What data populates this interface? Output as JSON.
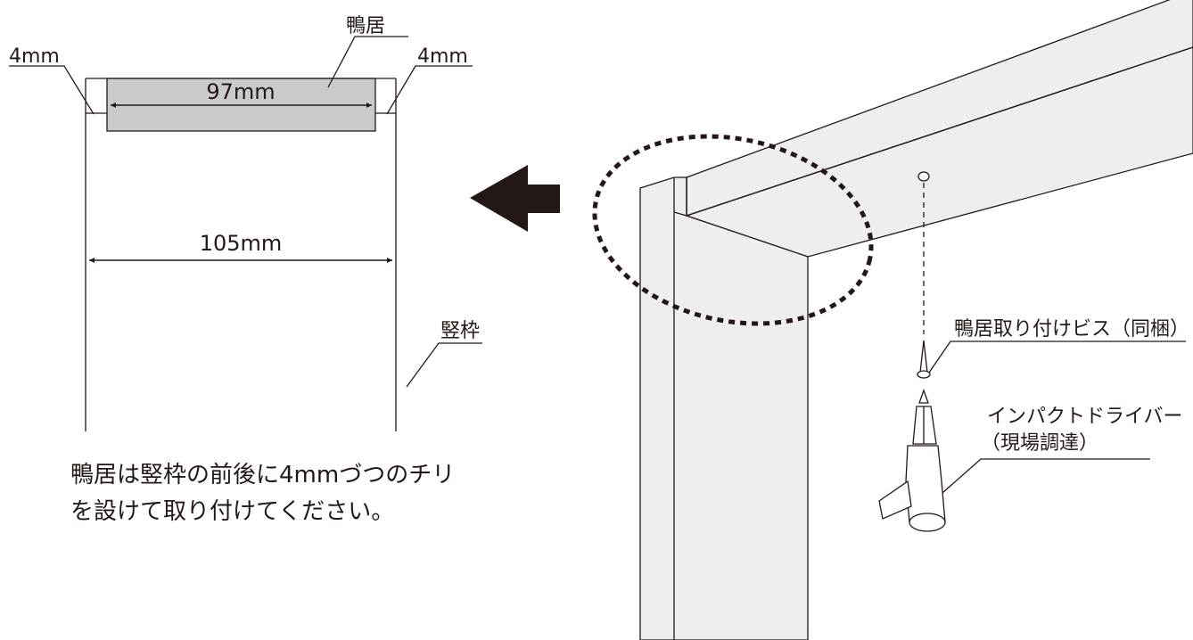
{
  "left_detail": {
    "label_kamoi": "鴨居",
    "label_gap_left": "4mm",
    "label_gap_right": "4mm",
    "dim_kamoi_width": "97mm",
    "dim_frame_width": "105mm",
    "label_frame": "竪枠",
    "note_line1": "鴨居は竪枠の前後に4mmづつのチリ",
    "note_line2": "を設けて取り付けてください。"
  },
  "right_detail": {
    "label_screw": "鴨居取り付けビス（同梱）",
    "label_driver_line1": "インパクトドライバー",
    "label_driver_line2": "（現場調達）"
  },
  "colors": {
    "line": "#231815",
    "kamoi_fill": "#c9caca",
    "member_fill": "#eeeeef"
  }
}
